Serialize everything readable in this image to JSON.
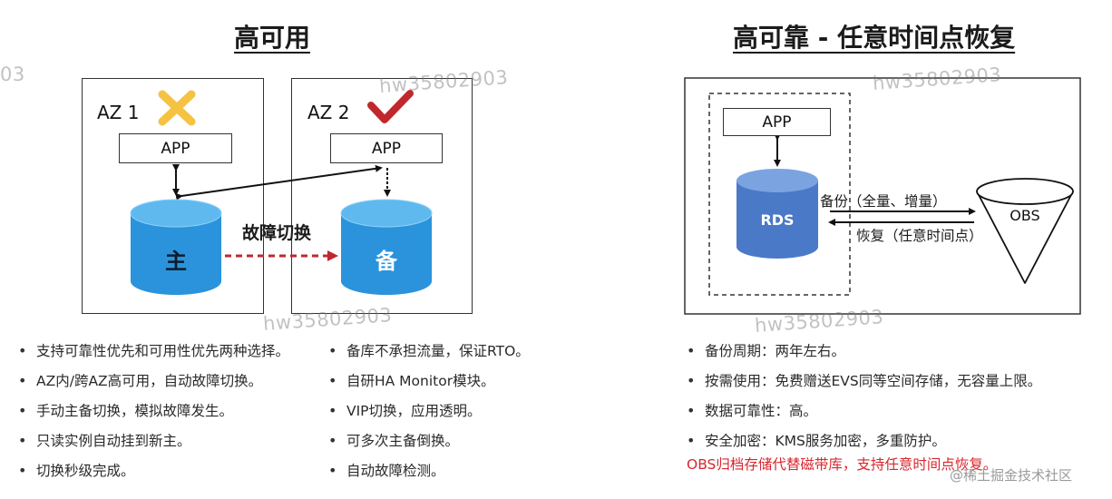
{
  "left_panel": {
    "title": "高可用",
    "az1": {
      "label": "AZ 1",
      "status_icon": "cross-icon",
      "app": "APP",
      "db": "主"
    },
    "az2": {
      "label": "AZ 2",
      "status_icon": "check-icon",
      "app": "APP",
      "db": "备"
    },
    "failover_label": "故障切换",
    "bullets_col1": [
      "支持可靠性优先和可用性优先两种选择。",
      "AZ内/跨AZ高可用，自动故障切换。",
      "手动主备切换，模拟故障发生。",
      "只读实例自动挂到新主。",
      "切换秒级完成。"
    ],
    "bullets_col2": [
      "备库不承担流量，保证RTO。",
      "自研HA Monitor模块。",
      "VIP切换，应用透明。",
      "可多次主备倒换。",
      "自动故障检测。"
    ]
  },
  "right_panel": {
    "title": "高可靠 - 任意时间点恢复",
    "app": "APP",
    "db": "RDS",
    "storage": "OBS",
    "backup_label": "备份（全量、增量）",
    "restore_label": "恢复（任意时间点）",
    "bullets": [
      "备份周期：两年左右。",
      "按需使用：免费赠送EVS同等空间存储，无容量上限。",
      "数据可靠性：高。",
      "安全加密：KMS服务加密，多重防护。"
    ],
    "highlight": "OBS归档存储代替磁带库，支持任意时间点恢复。"
  },
  "watermark_text": "hw35802903",
  "watermark_partial": "03",
  "footer": "@稀土掘金技术社区",
  "colors": {
    "db_blue": "#2a93dc",
    "db_top": "#5fb9ef",
    "rds_blue": "#4a79c8",
    "rds_top": "#7ba3e0",
    "cross": "#f5c242",
    "check": "#c0282d",
    "failover_arrow": "#c0282d",
    "highlight": "#d9262e"
  }
}
